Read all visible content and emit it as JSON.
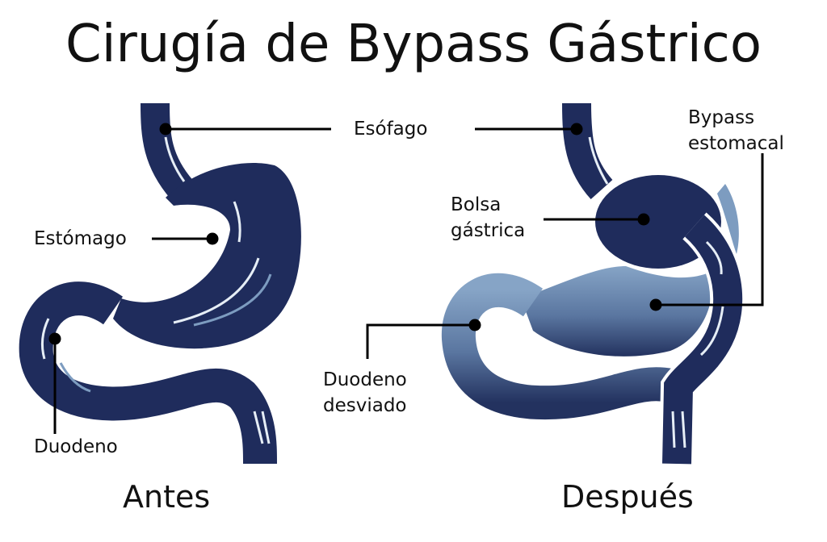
{
  "title": "Cirugía de Bypass Gástrico",
  "labels": {
    "esofago": "Esófago",
    "estomago": "Estómago",
    "duodeno": "Duodeno",
    "bypass_line1": "Bypass",
    "bypass_line2": "estomacal",
    "bolsa_line1": "Bolsa",
    "bolsa_line2": "gástrica",
    "duodeno_desviado_line1": "Duodeno",
    "duodeno_desviado_line2": "desviado"
  },
  "captions": {
    "before": "Antes",
    "after": "Después"
  },
  "colors": {
    "dark": "#1f2c5c",
    "light": "#7d9cc0",
    "arrow": "#dfe8f2"
  }
}
